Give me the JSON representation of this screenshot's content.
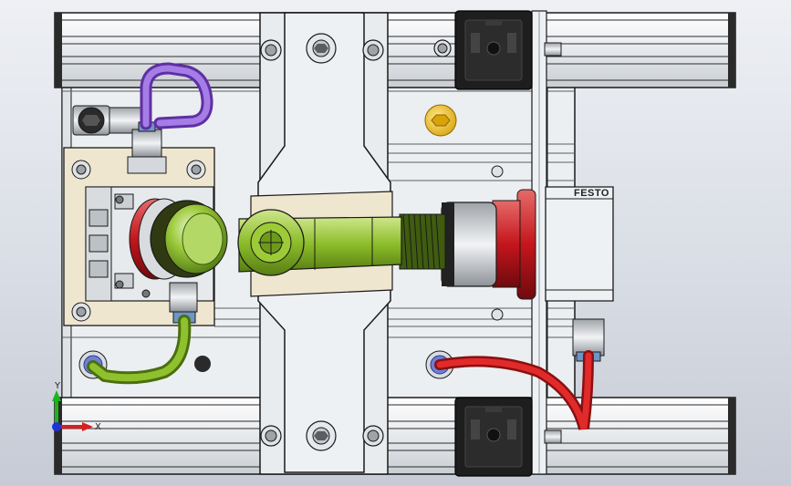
{
  "window": {
    "title": ""
  },
  "model": {
    "brand_label": "FESTO",
    "colors": {
      "background_top": "#eef0f4",
      "background_bottom": "#c6cbd5",
      "metal": "#e8ebee",
      "edge": "#1a1a1a",
      "tube_purple": "#8a4fd6",
      "tube_green": "#7fb321",
      "tube_red": "#d11e1e",
      "cylinder_red": "#c4161c",
      "rod_green": "#8cbd2a",
      "bolt_gold": "#f2c318",
      "connector_black": "#1e1e1e"
    }
  },
  "triad": {
    "x_label": "X",
    "y_label": "Y",
    "x_color": "#d81e1e",
    "y_color": "#1db31d",
    "z_color": "#1e32d8"
  }
}
